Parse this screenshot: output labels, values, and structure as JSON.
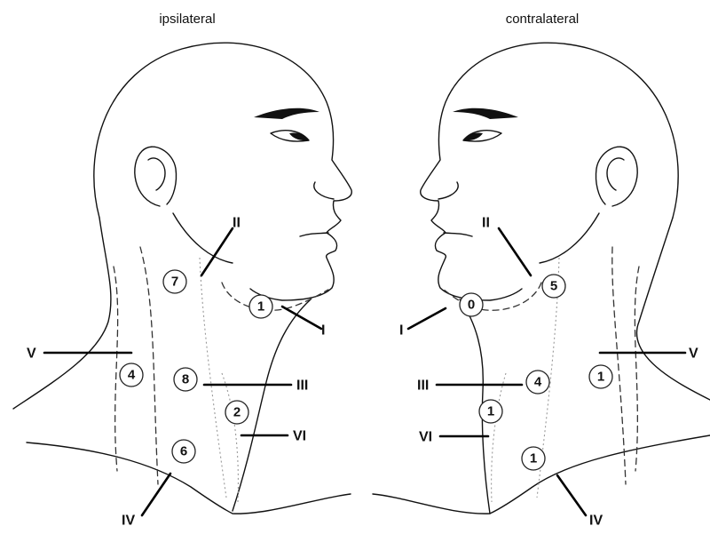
{
  "headings": {
    "left": "ipsilateral",
    "right": "contralateral"
  },
  "ipsilateral": {
    "levels": {
      "I": "I",
      "II": "II",
      "III": "III",
      "IV": "IV",
      "V": "V",
      "VI": "VI"
    },
    "counts": {
      "I": "1",
      "II": "7",
      "III": "8",
      "IV": "6",
      "V": "4",
      "VI": "2"
    }
  },
  "contralateral": {
    "levels": {
      "I": "I",
      "II": "II",
      "III": "III",
      "IV": "IV",
      "V": "V",
      "VI": "VI"
    },
    "counts": {
      "I": "0",
      "II": "5",
      "III": "4",
      "IV": "1",
      "V": "1",
      "VI": "1"
    }
  }
}
